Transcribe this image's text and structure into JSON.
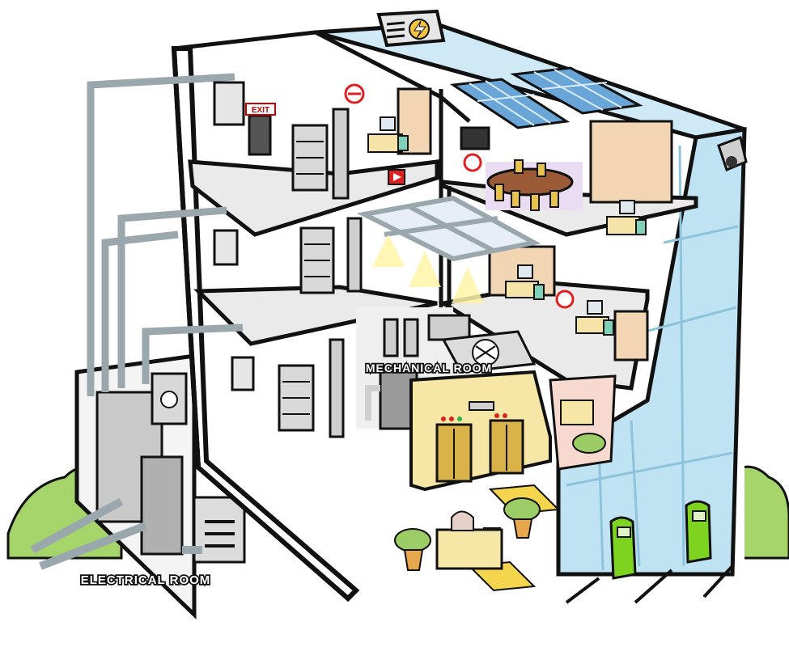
{
  "labels": {
    "exit_sign": "EXIT",
    "mechanical_room": "MECHANICAL ROOM",
    "electrical_room": "ELECTRICAL ROOM"
  },
  "icons": [
    "rooftop-unit-icon",
    "lightning-bolt-icon",
    "solar-panel-icon",
    "security-camera-icon",
    "smoke-detector-icon",
    "fire-alarm-icon",
    "server-rack-icon",
    "desk-workstation-icon",
    "conference-table-icon",
    "wall-monitor-icon",
    "ceiling-light-icon",
    "elevator-icon",
    "ev-charger-icon",
    "potted-plant-icon",
    "transformer-icon",
    "ductwork-icon",
    "fan-icon"
  ],
  "colors": {
    "outline": "#111111",
    "glass": "#bfe3f3",
    "conduit": "#9aa7ad",
    "ev_charger": "#7ed321",
    "warm_wall": "#f2d6b3",
    "alarm_red": "#e02020",
    "elevator_gold": "#d9b24a",
    "grass": "#9ccc65"
  }
}
